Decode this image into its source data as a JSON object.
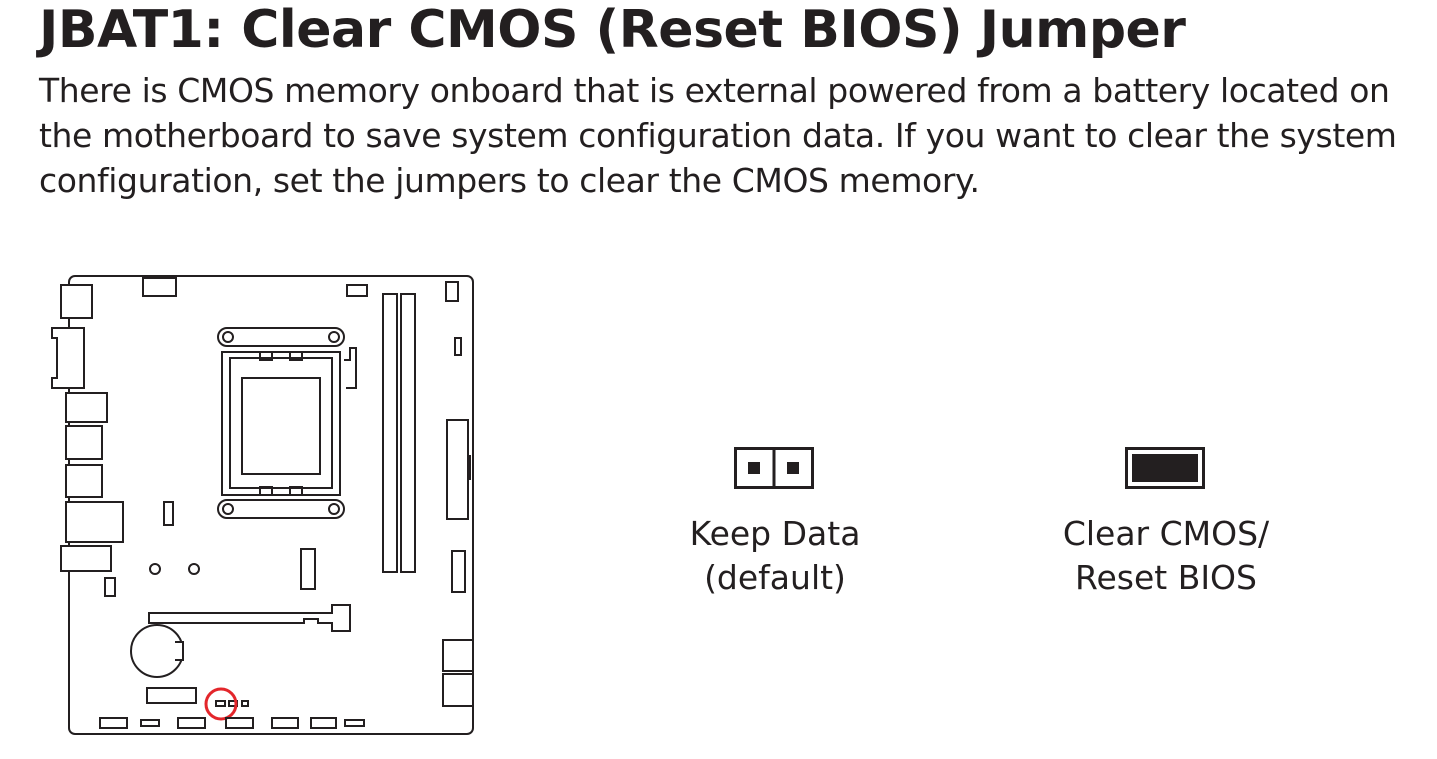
{
  "heading": {
    "title": "JBAT1: Clear CMOS (Reset BIOS) Jumper",
    "description": "There is CMOS memory onboard that is external powered from a battery located on the motherboard to save system configuration data. If you want to clear the system configuration, set the jumpers to clear the CMOS memory."
  },
  "figure": {
    "board_icon": "motherboard-layout-diagram",
    "highlight_color": "#e3262b"
  },
  "jumpers": [
    {
      "icon": "jumper-open-icon",
      "label_line1": "Keep Data",
      "label_line2": "(default)"
    },
    {
      "icon": "jumper-closed-icon",
      "label_line1": "Clear CMOS/",
      "label_line2": "Reset BIOS"
    }
  ]
}
